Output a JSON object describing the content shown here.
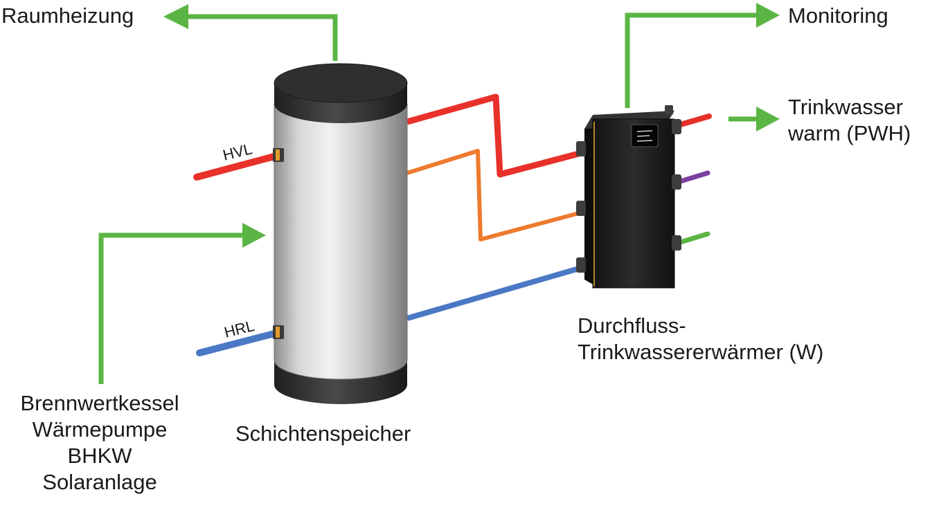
{
  "labels": {
    "space_heating": "Raumheizung",
    "monitoring": "Monitoring",
    "hot_water_line1": "Trinkwasser",
    "hot_water_line2": "warm (PWH)",
    "heater_line1": "Durchfluss-",
    "heater_line2": "Trinkwassererwärmer (W)",
    "storage": "Schichtenspeicher",
    "source_1": "Brennwertkessel",
    "source_2": "Wärmepumpe",
    "source_3": "BHKW",
    "source_4": "Solaranlage",
    "flow": "HVL",
    "return": "HRL"
  },
  "colors": {
    "arrow": "#5bb544",
    "pipe_hot": "#e8312a",
    "pipe_mid": "#ee7a2e",
    "pipe_cold": "#4a78c4",
    "pipe_circulation": "#7a3fa0",
    "pipe_green": "#5bb544",
    "tank_body": "#c9c9c9",
    "tank_cap": "#2b2b2b",
    "module_body": "#1c1c1c"
  }
}
